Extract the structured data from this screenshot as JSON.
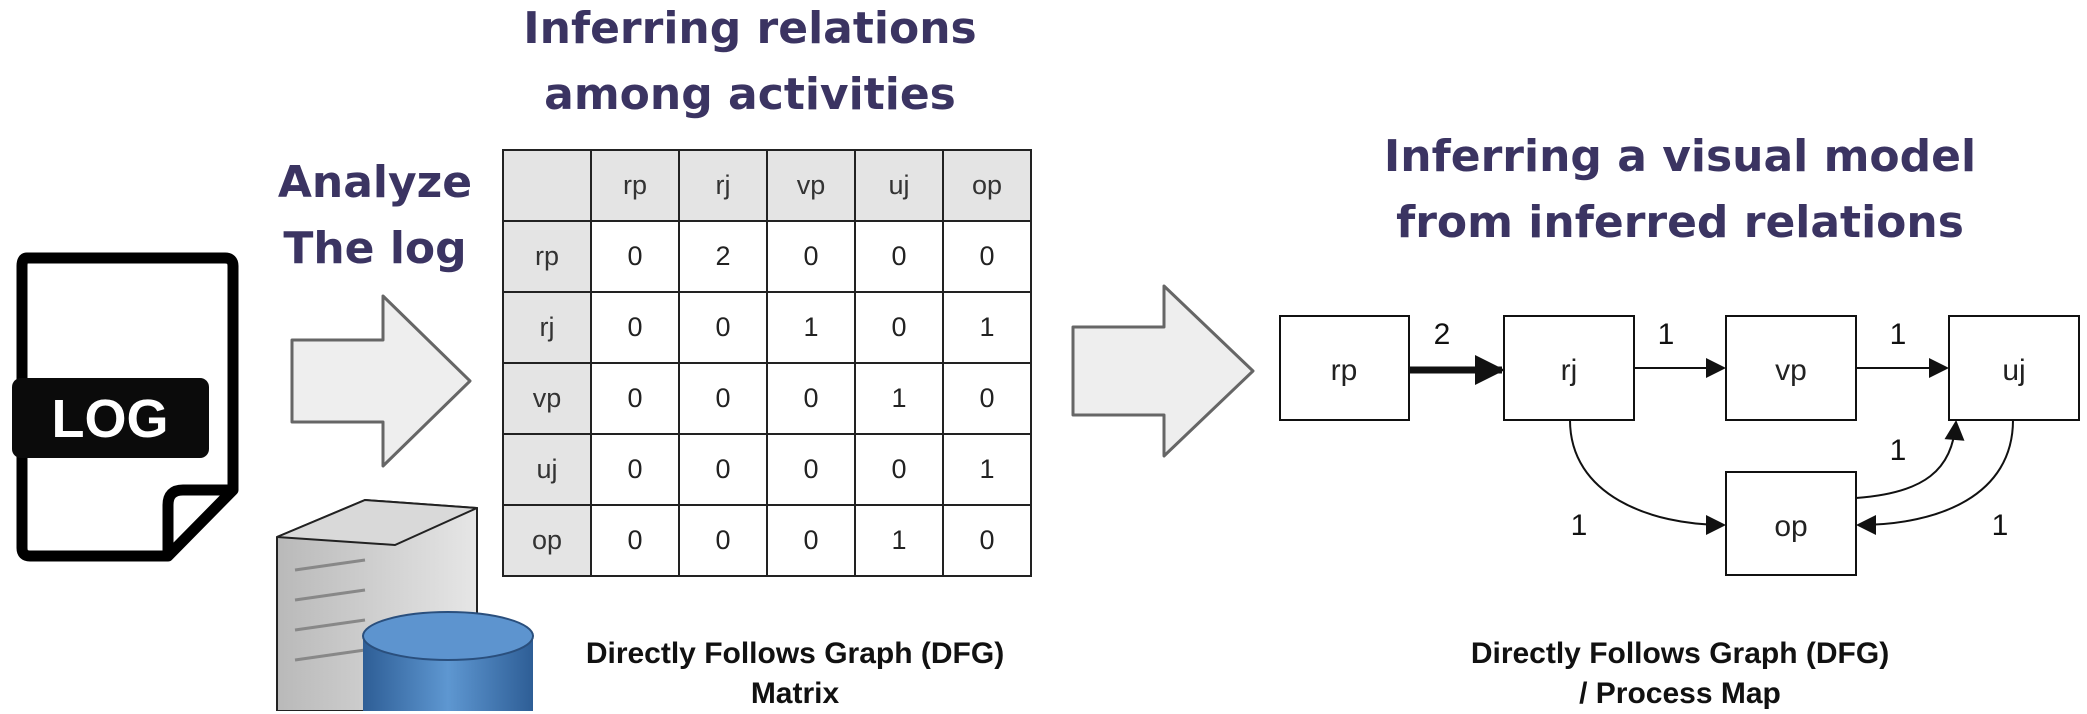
{
  "headings": {
    "analyze": [
      "Analyze",
      "The log"
    ],
    "relations": [
      "Inferring relations",
      "among activities"
    ],
    "model": [
      "Inferring a visual model",
      "from inferred relations"
    ]
  },
  "log_icon": {
    "label": "LOG"
  },
  "matrix": {
    "columns": [
      "rp",
      "rj",
      "vp",
      "uj",
      "op"
    ],
    "rows": [
      {
        "label": "rp",
        "values": [
          "0",
          "2",
          "0",
          "0",
          "0"
        ]
      },
      {
        "label": "rj",
        "values": [
          "0",
          "0",
          "1",
          "0",
          "1"
        ]
      },
      {
        "label": "vp",
        "values": [
          "0",
          "0",
          "0",
          "1",
          "0"
        ]
      },
      {
        "label": "uj",
        "values": [
          "0",
          "0",
          "0",
          "0",
          "1"
        ]
      },
      {
        "label": "op",
        "values": [
          "0",
          "0",
          "0",
          "1",
          "0"
        ]
      }
    ],
    "caption": [
      "Directly Follows Graph (DFG)",
      "Matrix"
    ]
  },
  "graph": {
    "nodes": {
      "rp": "rp",
      "rj": "rj",
      "vp": "vp",
      "uj": "uj",
      "op": "op"
    },
    "edges": {
      "rp_rj": "2",
      "rj_vp": "1",
      "vp_uj": "1",
      "op_uj": "1",
      "rj_op": "1",
      "uj_op": "1"
    },
    "caption": [
      "Directly Follows Graph (DFG)",
      "/ Process Map"
    ]
  },
  "colors": {
    "heading": "#3b3462",
    "arrow_fill": "#eeeeee",
    "arrow_stroke": "#666666",
    "database": "#3f78b8",
    "server": "#cfcfcf"
  }
}
